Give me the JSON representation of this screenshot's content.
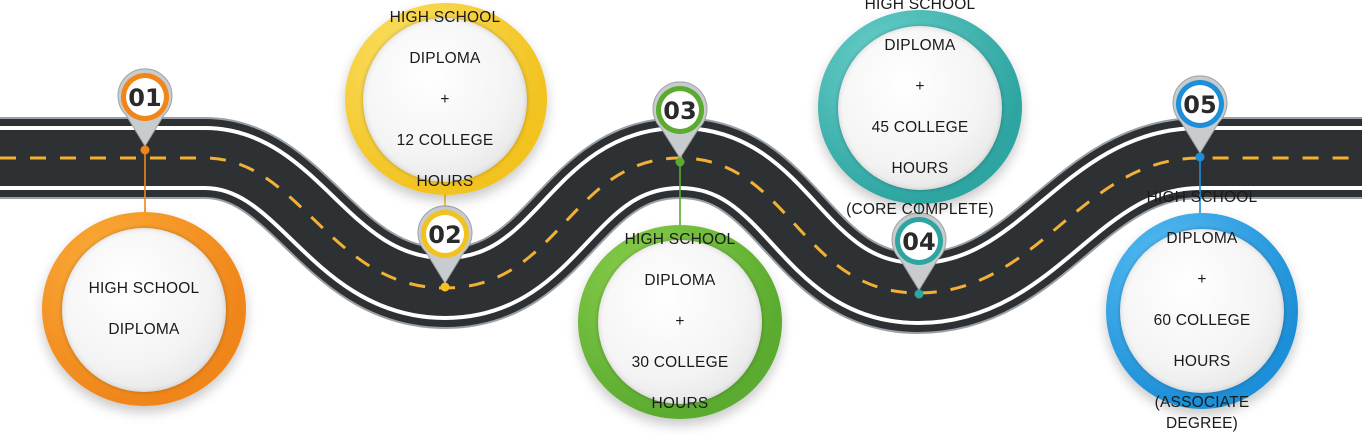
{
  "milestones": [
    {
      "number": "01",
      "lines": [
        "HIGH SCHOOL",
        "DIPLOMA"
      ],
      "color": "#f0851a",
      "color_light": "#fbb03b"
    },
    {
      "number": "02",
      "lines": [
        "HIGH SCHOOL",
        "DIPLOMA",
        "+",
        "12 COLLEGE",
        "HOURS"
      ],
      "color": "#f2c21f",
      "color_light": "#fbe36a"
    },
    {
      "number": "03",
      "lines": [
        "HIGH SCHOOL",
        "DIPLOMA",
        "+",
        "30 COLLEGE",
        "HOURS"
      ],
      "color": "#5aab2f",
      "color_light": "#8fd14f"
    },
    {
      "number": "04",
      "lines": [
        "HIGH SCHOOL",
        "DIPLOMA",
        "+",
        "45 COLLEGE",
        "HOURS",
        "(CORE COMPLETE)"
      ],
      "color": "#2ea5a1",
      "color_light": "#6fd3cd"
    },
    {
      "number": "05",
      "lines": [
        "HIGH SCHOOL",
        "DIPLOMA",
        "+",
        "60 COLLEGE",
        "HOURS",
        "(ASSOCIATE DEGREE)"
      ],
      "color": "#1d8fd8",
      "color_light": "#5cc2f5"
    }
  ],
  "road": {
    "asphalt": "#2e3134",
    "edge_line": "#ffffff",
    "center_line": "#f2b134"
  }
}
